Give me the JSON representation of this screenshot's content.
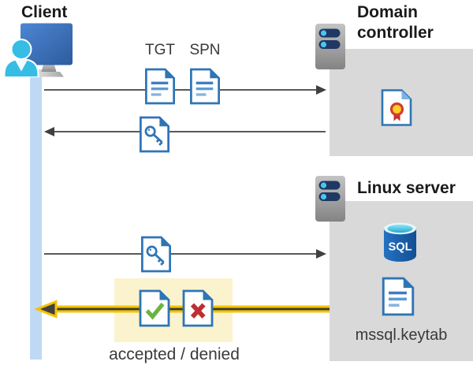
{
  "client": {
    "label": "Client"
  },
  "domain_controller": {
    "label": "Domain controller"
  },
  "linux_server": {
    "label": "Linux server",
    "sql_label": "SQL",
    "keytab_label": "mssql.keytab"
  },
  "flow": {
    "tgt_label": "TGT",
    "spn_label": "SPN",
    "result_label": "accepted / denied"
  },
  "icons": {
    "client": "workstation-user-icon",
    "domain_controller": "server-icon",
    "linux_server": "server-icon",
    "tgt": "document-icon",
    "spn": "document-icon",
    "session_key": "key-document-icon",
    "certificate": "certificate-document-icon",
    "database": "sql-database-icon",
    "accepted": "check-document-icon",
    "denied": "cross-document-icon"
  },
  "colors": {
    "doc_border_blue": "#2E75B6",
    "doc_line_blue": "#5B9BD5",
    "person_cyan": "#35BDE5",
    "lifeline_blue": "#BFD9F5",
    "box_gray": "#D9D9D9",
    "arrow_gray": "#595959",
    "arrowhead_gray": "#404040",
    "highlight_yellow": "#FBF3CE",
    "arrow_yellow": "#F3C300",
    "check_green": "#6CB33F",
    "cross_red": "#BE2E33",
    "sql_blue": "#1B63B0",
    "server_pill_navy": "#1F3864"
  }
}
